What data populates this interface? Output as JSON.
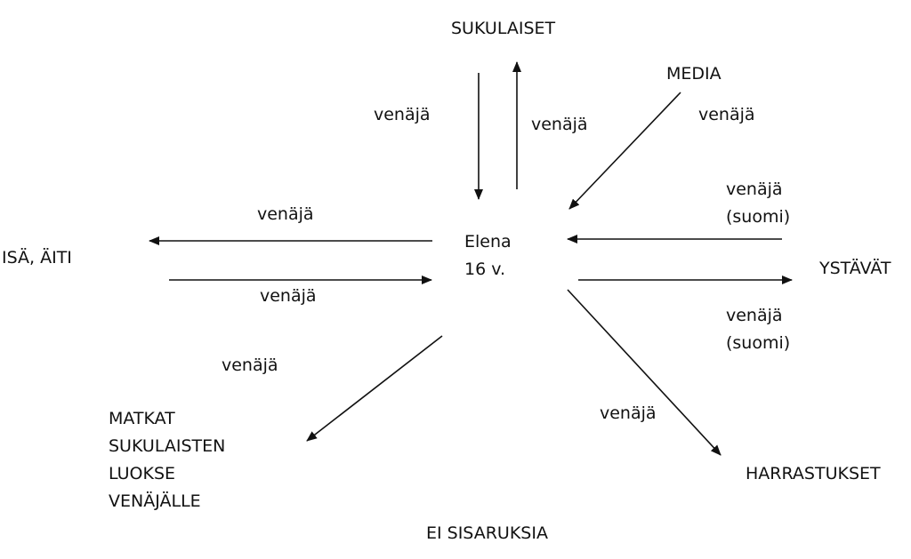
{
  "center": {
    "line1": "Elena",
    "line2": "16 v."
  },
  "nodes": {
    "sukulaiset": "SUKULAISET",
    "media": "MEDIA",
    "isa_aiti": "ISÄ, ÄITI",
    "ystavat": "YSTÄVÄT",
    "matkat": [
      "MATKAT",
      "SUKULAISTEN",
      "LUOKSE",
      "VENÄJÄLLE"
    ],
    "harrastukset": "HARRASTUKSET",
    "ei_sisaruksia": "EI SISARUKSIA"
  },
  "edge_labels": {
    "sukulaiset_down": "venäjä",
    "sukulaiset_up": "venäjä",
    "media": "venäjä",
    "ystavat_in": [
      "venäjä",
      "(suomi)"
    ],
    "parents_out": "venäjä",
    "parents_in": "venäjä",
    "ystavat_out": [
      "venäjä",
      "(suomi)"
    ],
    "matkat": "venäjä",
    "harrastukset": "venäjä"
  },
  "colors": {
    "line": "#111111",
    "text": "#111111",
    "background": "#ffffff"
  }
}
